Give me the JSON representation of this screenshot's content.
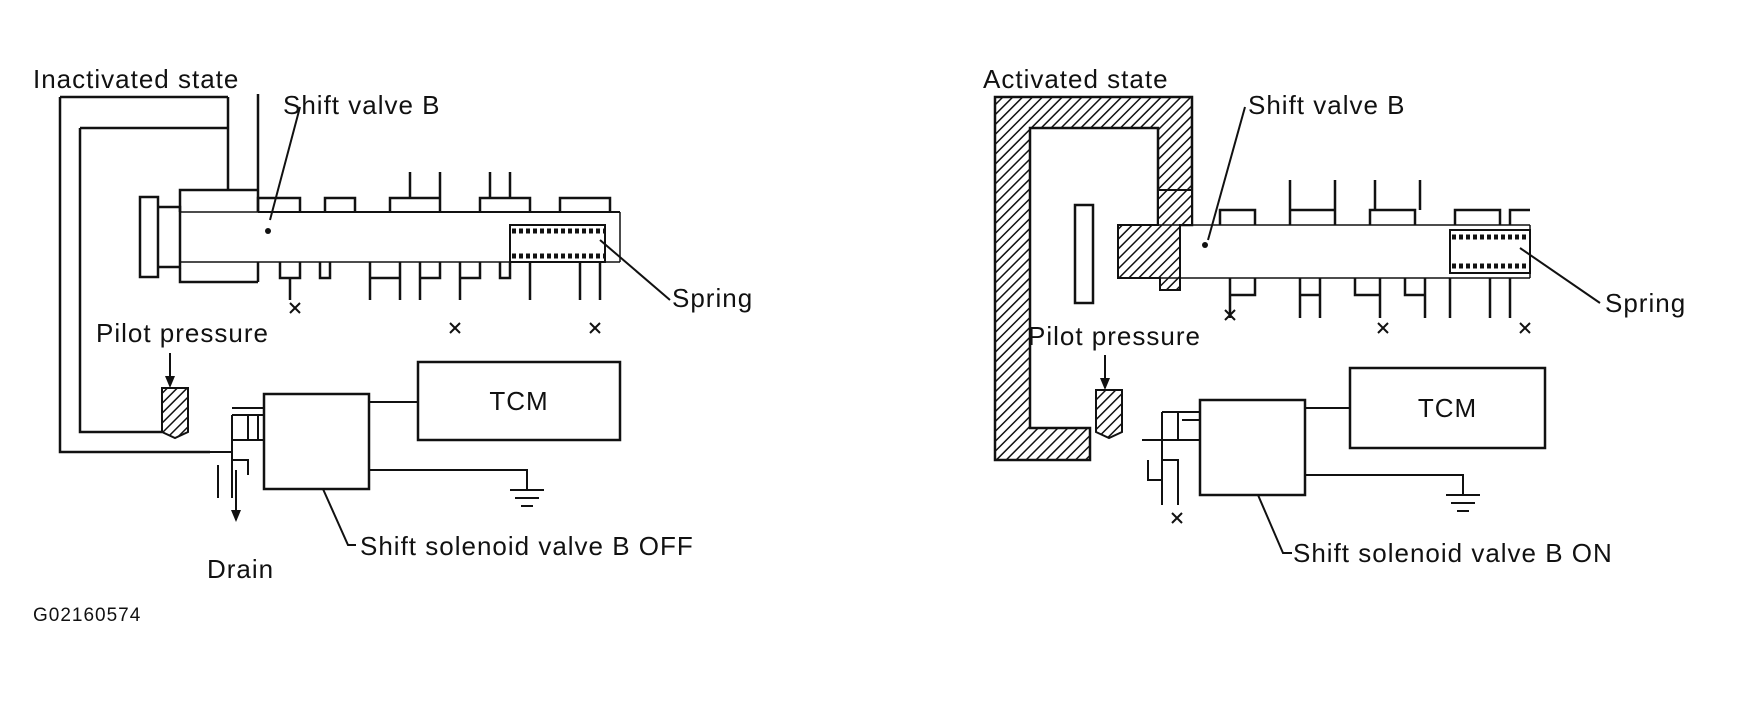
{
  "left": {
    "state_title": "Inactivated state",
    "shift_valve_label": "Shift valve B",
    "spring_label": "Spring",
    "pilot_pressure_label": "Pilot pressure",
    "tcm_label": "TCM",
    "solenoid_label": "Shift solenoid valve B OFF",
    "drain_label": "Drain"
  },
  "right": {
    "state_title": "Activated state",
    "shift_valve_label": "Shift valve B",
    "spring_label": "Spring",
    "pilot_pressure_label": "Pilot pressure",
    "tcm_label": "TCM",
    "solenoid_label": "Shift solenoid valve B ON"
  },
  "figure_code": "G02160574",
  "colors": {
    "line": "#111111",
    "background": "#ffffff"
  }
}
